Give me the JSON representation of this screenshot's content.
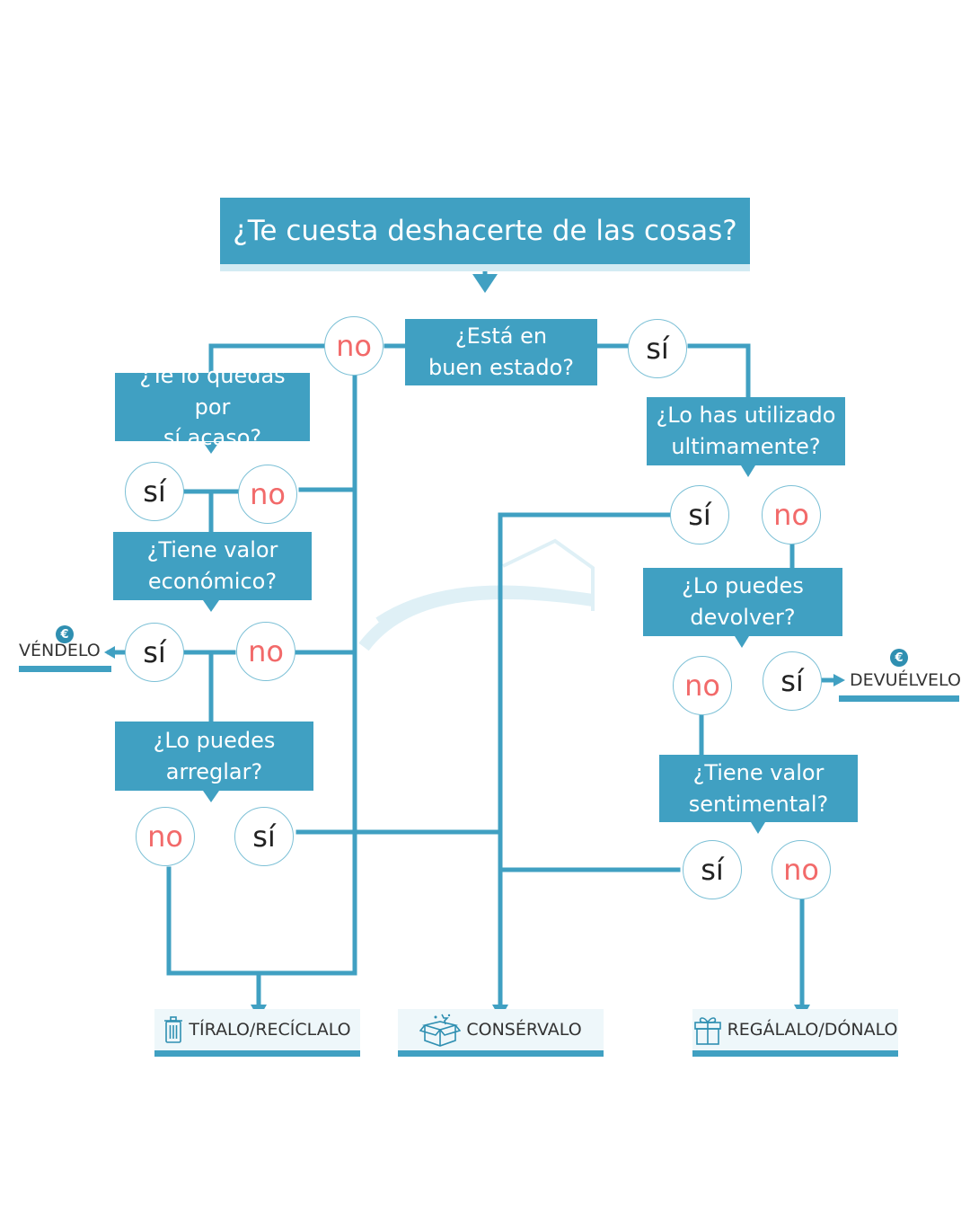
{
  "colors": {
    "primary": "#40a0c2",
    "no": "#f26a6a",
    "yes": "#222222",
    "light": "#d3ebf3"
  },
  "title": "¿Te cuesta deshacerte de las cosas?",
  "questions": {
    "buen_estado": "¿Está en\nbuen estado?",
    "por_si_acaso": "¿Te lo quedas por\nsí acaso?",
    "valor_economico": "¿Tiene valor\neconómico?",
    "arreglar": "¿Lo puedes\narreglar?",
    "utilizado": "¿Lo has utilizado\nultimamente?",
    "devolver": "¿Lo puedes\ndevolver?",
    "valor_sentimental": "¿Tiene valor\nsentimental?"
  },
  "answers": {
    "yes": "sí",
    "no": "no"
  },
  "outcomes": {
    "vendelo": "VÉNDELO",
    "devuelvelo": "DEVUÉLVELO",
    "tiralo": "TÍRALO/RECÍCLALO",
    "conservalo": "CONSÉRVALO",
    "regalalo": "REGÁLALO/DÓNALO"
  },
  "icons": {
    "euro": "€",
    "trash": "trash-icon",
    "box": "box-icon",
    "gift": "gift-icon"
  }
}
